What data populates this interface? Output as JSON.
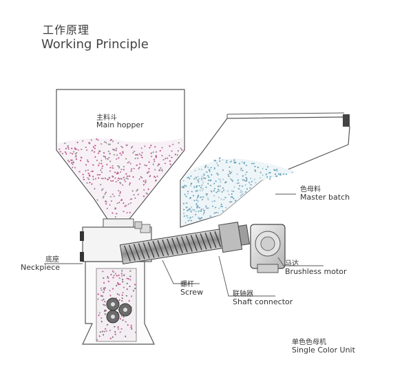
{
  "header": {
    "title_zh": "工作原理",
    "title_en": "Working Principle"
  },
  "labels": {
    "main_hopper": {
      "zh": "主料斗",
      "en": "Main hopper"
    },
    "master_batch": {
      "zh": "色母料",
      "en": "Master batch"
    },
    "brushless_motor": {
      "zh": "马达",
      "en": "Brushless motor"
    },
    "neckpiece": {
      "zh": "底座",
      "en": "Neckpiece"
    },
    "screw": {
      "zh": "螺杆",
      "en": "Screw"
    },
    "shaft_connector": {
      "zh": "联轴器",
      "en": "Shaft connector"
    },
    "unit": {
      "zh": "单色色母机",
      "en": "Single Color Unit"
    }
  },
  "colors": {
    "line": "#555555",
    "granule_main": "#c4488a",
    "granule_batch": "#5fa8c0",
    "metal": "#9a9a9a"
  }
}
